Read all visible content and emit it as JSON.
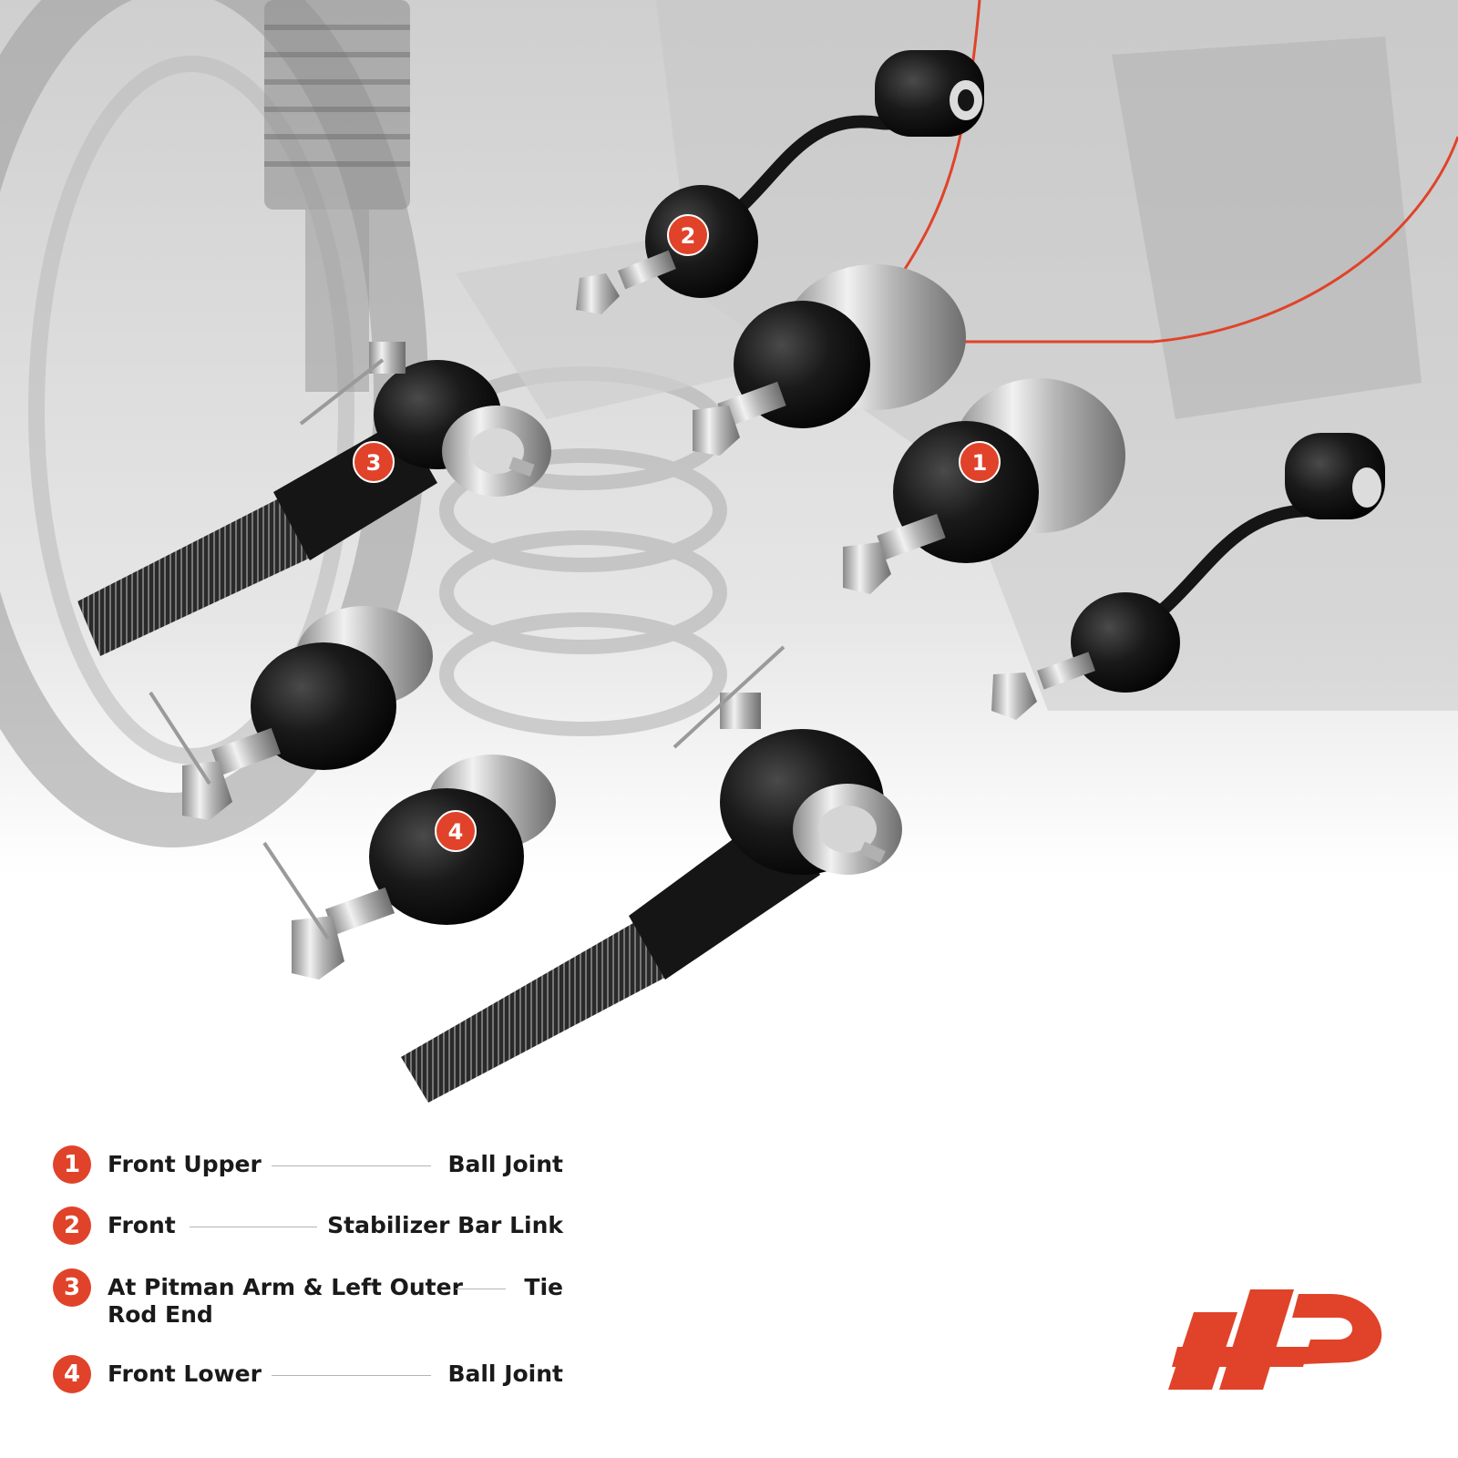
{
  "theme": {
    "accent": "#e0432a",
    "part_black": "#141414",
    "metal": "#c8c8c8",
    "background_gray": "#d9d9d9"
  },
  "callouts": [
    {
      "number": "1"
    },
    {
      "number": "2"
    },
    {
      "number": "3"
    },
    {
      "number": "4"
    }
  ],
  "legend": [
    {
      "number": "1",
      "left": "Front Upper",
      "right": "Ball Joint",
      "extra": ""
    },
    {
      "number": "2",
      "left": "Front",
      "right": "Stabilizer Bar Link",
      "extra": ""
    },
    {
      "number": "3",
      "left": "At Pitman Arm & Left Outer",
      "right": "Tie",
      "extra": "Rod End"
    },
    {
      "number": "4",
      "left": "Front Lower",
      "right": "Ball Joint",
      "extra": ""
    }
  ],
  "logo": {
    "name": "brand-logo",
    "text": "AP"
  }
}
